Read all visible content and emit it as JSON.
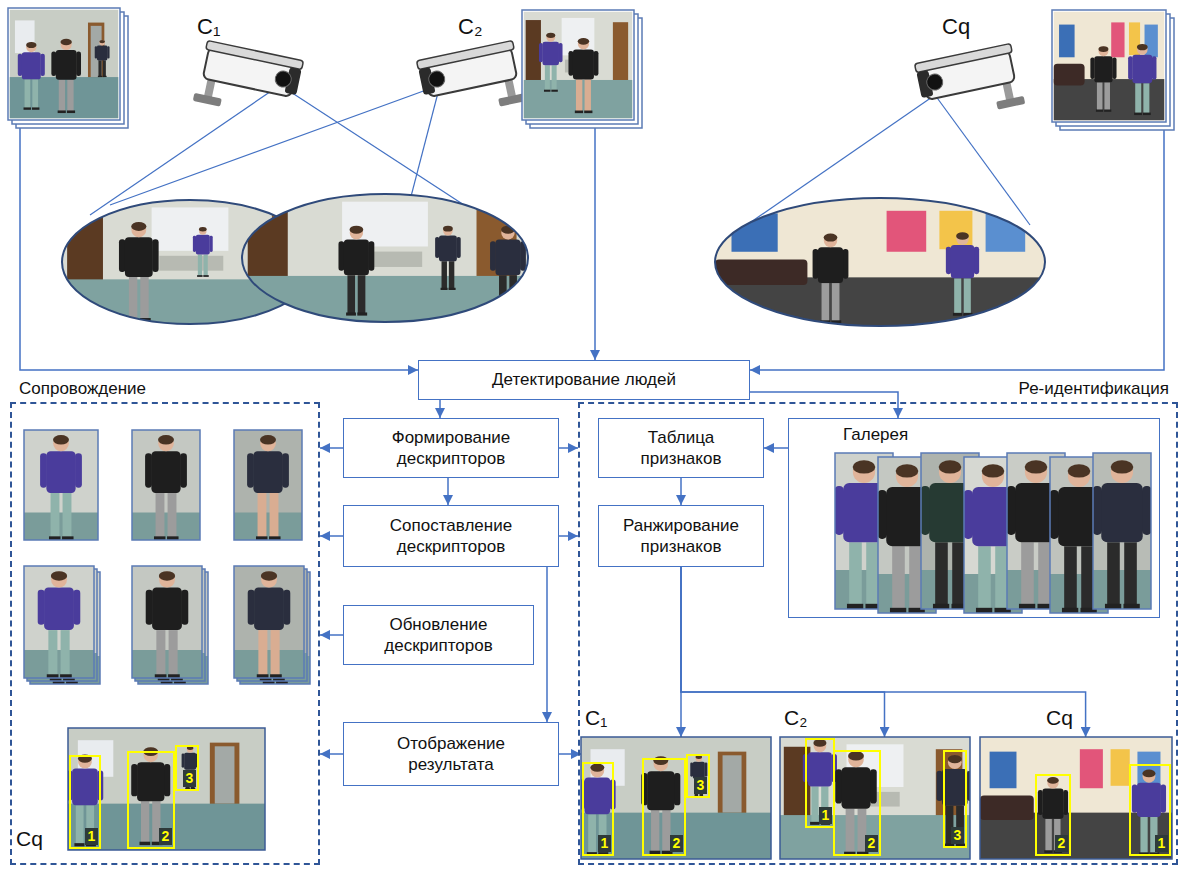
{
  "diagram": {
    "nodes": [
      {
        "text": [
          "C₁"
        ]
      },
      {
        "text": [
          "C₂"
        ]
      },
      {
        "text": [
          "Cq"
        ]
      },
      {
        "text": [
          "Детектирование людей"
        ]
      },
      {
        "text": [
          "Сопровождение"
        ]
      },
      {
        "text": [
          "Cq"
        ],
        "in": 4
      },
      {
        "text": [
          "Формирование дескрипторов"
        ]
      },
      {
        "text": [
          "Сопоставление дескрипторов"
        ]
      },
      {
        "text": [
          "Обновление дескрипторов"
        ]
      },
      {
        "text": [
          "Отображение результата"
        ]
      },
      {
        "text": [
          "Ре-идентификация"
        ]
      },
      {
        "text": [
          "Таблица признаков"
        ],
        "in": 10
      },
      {
        "text": [
          "Ранжирование признаков"
        ],
        "in": 10
      },
      {
        "text": [
          "Галерея"
        ],
        "in": 10
      },
      {
        "text": [
          "C₁"
        ],
        "in": 10
      },
      {
        "text": [
          "C₂"
        ],
        "in": 10
      },
      {
        "text": [
          "Cq"
        ],
        "in": 10
      }
    ],
    "edges": [
      {
        "from": 0,
        "to": 3,
        "arrow": "to"
      },
      {
        "from": 1,
        "to": 3,
        "arrow": "to"
      },
      {
        "from": 2,
        "to": 3,
        "arrow": "to"
      },
      {
        "from": 3,
        "to": 6,
        "arrow": "to"
      },
      {
        "from": 3,
        "to": 13,
        "arrow": "to"
      },
      {
        "from": 6,
        "to": 4,
        "arrow": "to"
      },
      {
        "from": 6,
        "to": 10,
        "arrow": "to"
      },
      {
        "from": 6,
        "to": 7,
        "arrow": "to"
      },
      {
        "from": 7,
        "to": 4,
        "arrow": "to"
      },
      {
        "from": 7,
        "to": 10,
        "arrow": "to"
      },
      {
        "from": 7,
        "to": 9,
        "arrow": "to"
      },
      {
        "from": 8,
        "to": 4,
        "arrow": "to"
      },
      {
        "from": 9,
        "to": 4,
        "arrow": "to"
      },
      {
        "from": 9,
        "to": 14,
        "arrow": "to"
      },
      {
        "from": 13,
        "to": 11,
        "arrow": "to"
      },
      {
        "from": 11,
        "to": 12,
        "arrow": "to"
      },
      {
        "from": 12,
        "to": 14,
        "arrow": "to"
      },
      {
        "from": 12,
        "to": 15,
        "arrow": "to"
      },
      {
        "from": 12,
        "to": 16,
        "arrow": "to"
      }
    ],
    "labels": [
      "1",
      "2",
      "3",
      "1",
      "2",
      "3",
      "1",
      "2",
      "3",
      "2",
      "1"
    ]
  }
}
